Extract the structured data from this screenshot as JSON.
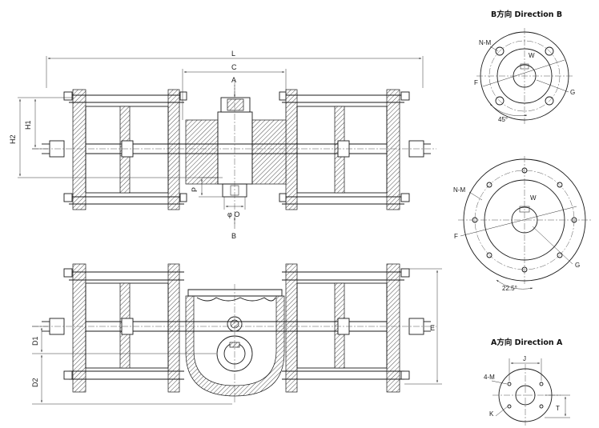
{
  "front_view": {
    "dims": {
      "L": "L",
      "C": "C",
      "A": "A",
      "H1": "H1",
      "H2": "H2",
      "P": "P",
      "phiO": "φ O",
      "B": "B"
    }
  },
  "bottom_view": {
    "dims": {
      "D1": "D1",
      "D2": "D2",
      "E": "E"
    }
  },
  "view_b": {
    "title": "B方向  Direction B",
    "labels": {
      "NM": "N-M",
      "W": "W",
      "F": "F",
      "G": "G",
      "angle": "45°"
    }
  },
  "view_b2": {
    "labels": {
      "NM": "N-M",
      "W": "W",
      "F": "F",
      "G": "G",
      "angle": "22.5°"
    }
  },
  "view_a": {
    "title": "A方向  Direction A",
    "labels": {
      "J": "J",
      "M4": "4-M",
      "K": "K",
      "T": "T"
    }
  }
}
